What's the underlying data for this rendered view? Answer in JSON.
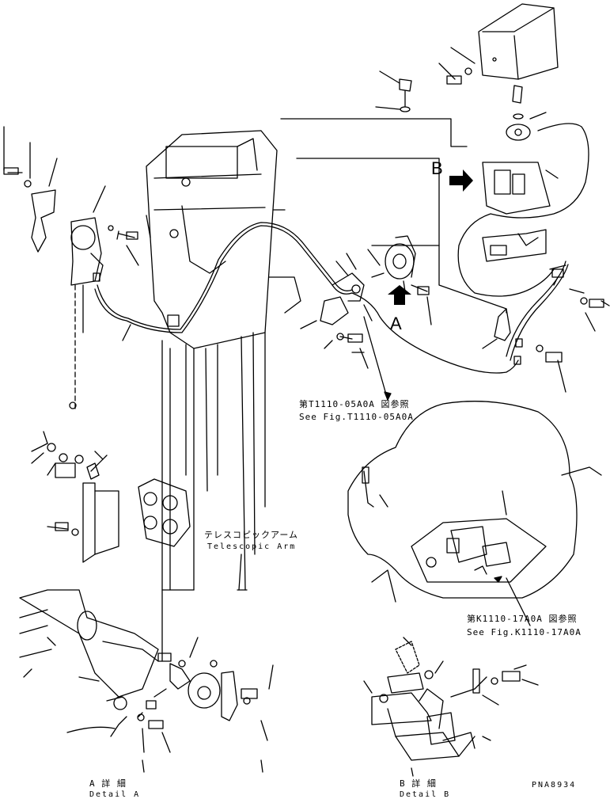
{
  "callouts": {
    "a": "A",
    "b": "B"
  },
  "refs": {
    "t1110_jp": "第T1110-05A0A 図参照",
    "t1110_en": "See Fig.T1110-05A0A",
    "k1110_jp": "第K1110-17A0A 図参照",
    "k1110_en": "See Fig.K1110-17A0A"
  },
  "labels": {
    "telescopic_jp": "テレスコピックアーム",
    "telescopic_en": "Telescopic Arm"
  },
  "details": {
    "a_jp": "A 詳 細",
    "a_en": "Detail A",
    "b_jp": "B 詳 細",
    "b_en": "Detail B"
  },
  "drawing_number": "PNA8934"
}
